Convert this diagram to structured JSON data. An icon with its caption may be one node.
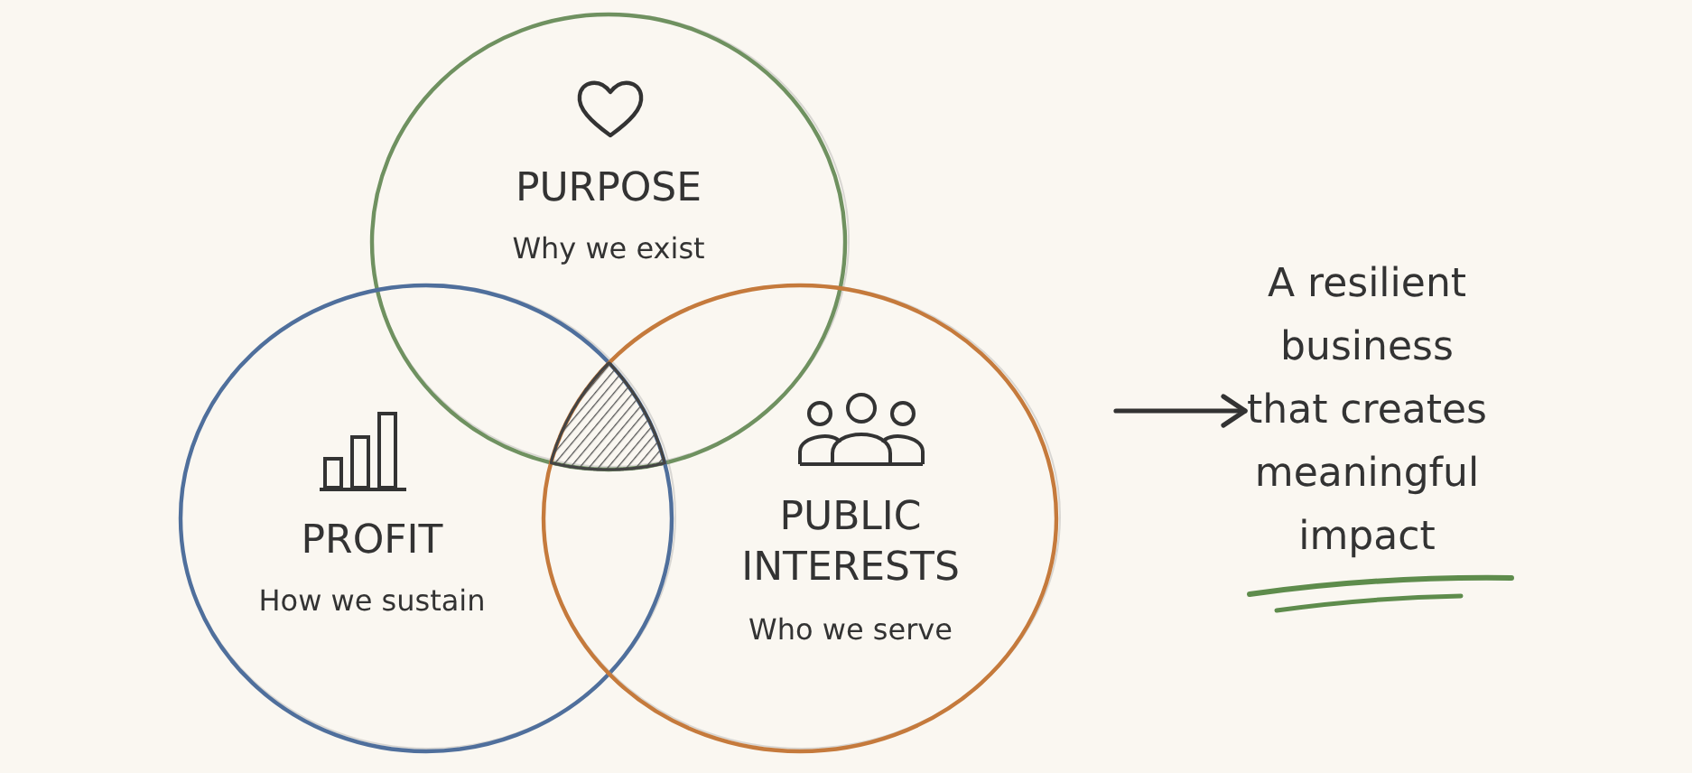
{
  "diagram": {
    "nodes": [
      {
        "text": [
          "PURPOSE",
          "Why we exist"
        ]
      },
      {
        "text": [
          "PROFIT",
          "How we sustain"
        ]
      },
      {
        "text": [
          "PUBLIC INTERESTS",
          "Who we serve"
        ]
      },
      {
        "text": [
          "A resilient business that creates meaningful impact"
        ]
      }
    ],
    "edges": [
      {
        "from": null,
        "to": 3,
        "arrow": "to"
      }
    ]
  }
}
